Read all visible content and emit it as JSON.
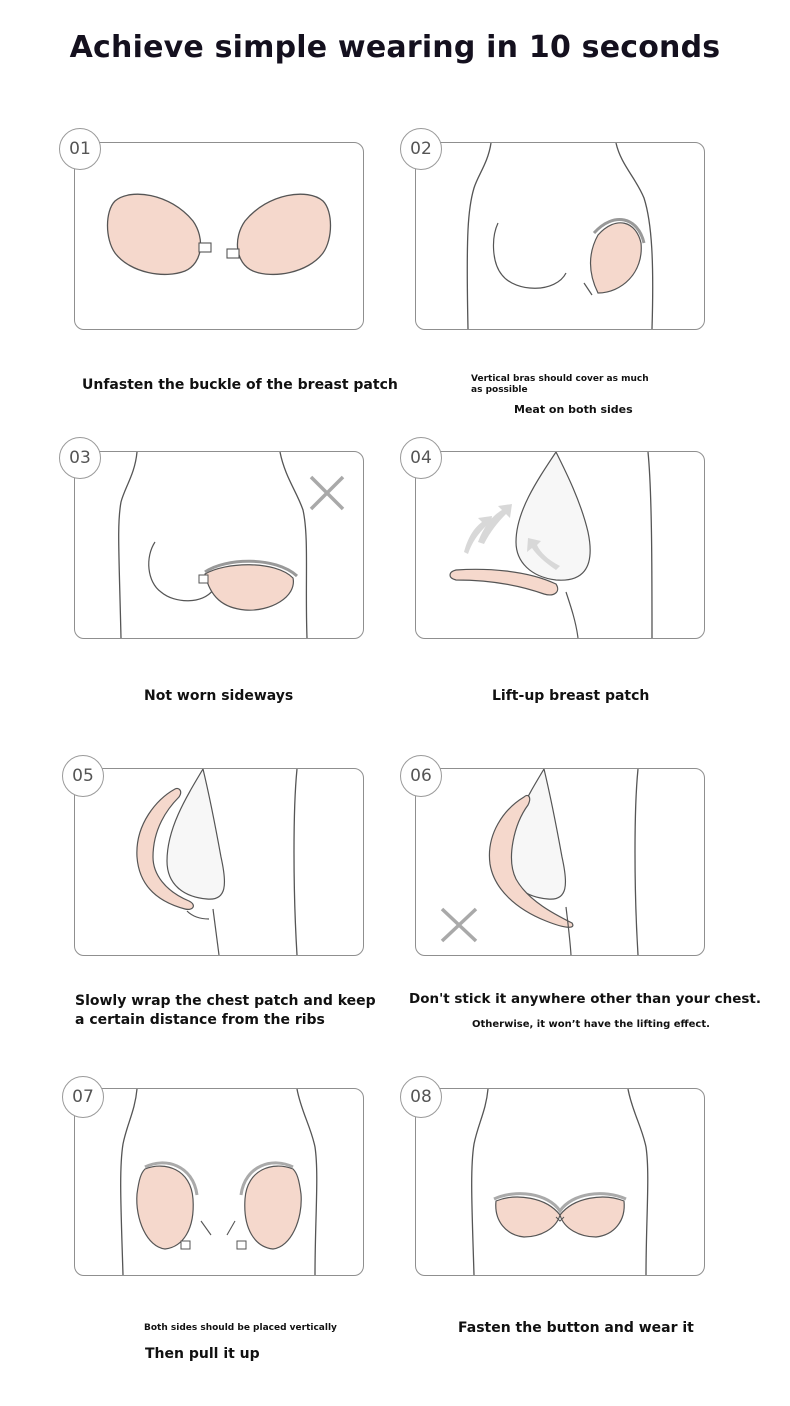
{
  "title": "Achieve simple wearing in 10 seconds",
  "skin_color": "#f5d8cc",
  "steps": [
    {
      "number": "01",
      "caption": "Unfasten the buckle of the breast patch"
    },
    {
      "number": "02",
      "note": "Vertical bras should cover as much as possible",
      "caption": "Meat on both sides"
    },
    {
      "number": "03",
      "caption": "Not worn sideways"
    },
    {
      "number": "04",
      "caption": "Lift-up breast patch"
    },
    {
      "number": "05",
      "caption_line1": "Slowly wrap the chest patch and keep",
      "caption_line2": "a certain distance from the ribs"
    },
    {
      "number": "06",
      "caption": "Don't stick it anywhere other than your chest.",
      "note": "Otherwise, it won’t have the lifting effect."
    },
    {
      "number": "07",
      "note": "Both sides should be placed vertically",
      "caption": "Then pull it up"
    },
    {
      "number": "08",
      "caption": "Fasten the button and wear it"
    }
  ]
}
